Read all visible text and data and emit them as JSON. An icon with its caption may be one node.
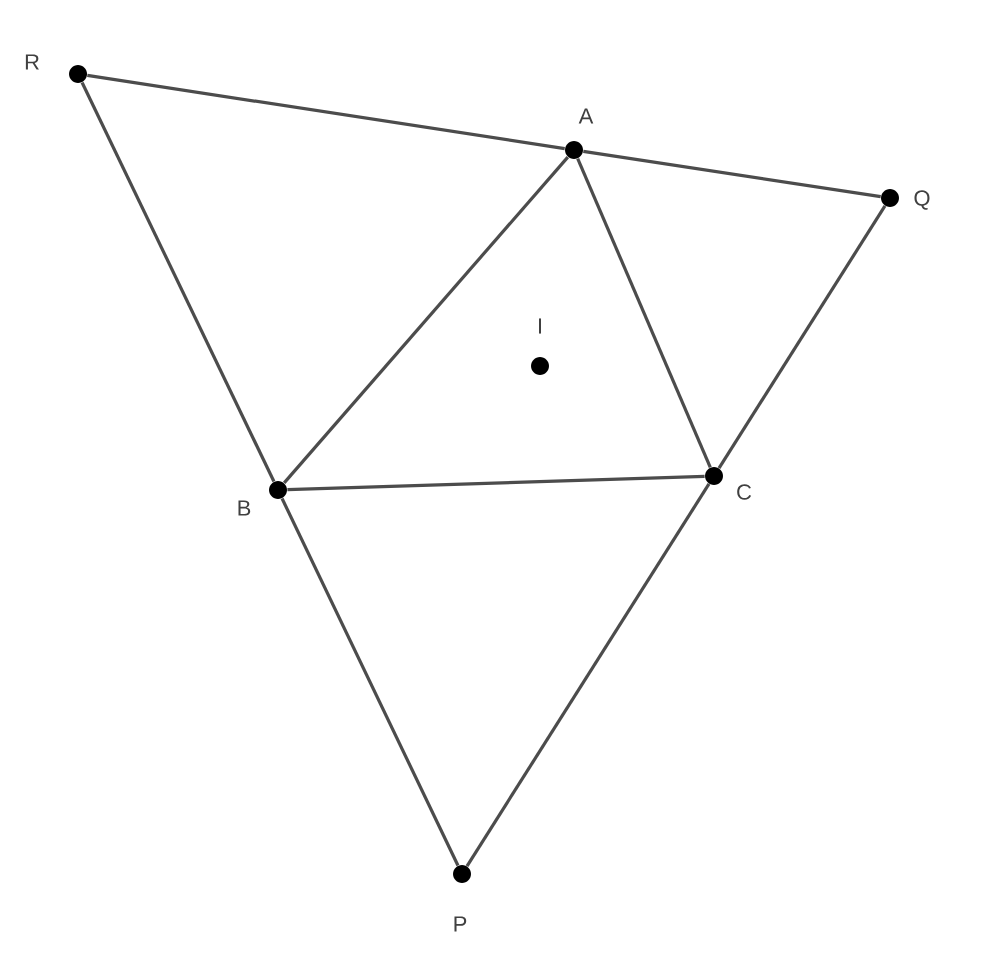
{
  "diagram": {
    "nodes": [
      {
        "text": [
          "R"
        ]
      },
      {
        "text": [
          "A"
        ]
      },
      {
        "text": [
          "Q"
        ]
      },
      {
        "text": [
          "I"
        ]
      },
      {
        "text": [
          "B"
        ]
      },
      {
        "text": [
          "C"
        ]
      },
      {
        "text": [
          "P"
        ]
      }
    ],
    "edges": [
      {
        "from": 0,
        "to": 1,
        "arrow": "none"
      },
      {
        "from": 1,
        "to": 2,
        "arrow": "none"
      },
      {
        "from": 0,
        "to": 4,
        "arrow": "none"
      },
      {
        "from": 1,
        "to": 4,
        "arrow": "none"
      },
      {
        "from": 1,
        "to": 5,
        "arrow": "none"
      },
      {
        "from": 4,
        "to": 5,
        "arrow": "none"
      },
      {
        "from": 2,
        "to": 5,
        "arrow": "none"
      },
      {
        "from": 4,
        "to": 6,
        "arrow": "none"
      },
      {
        "from": 5,
        "to": 6,
        "arrow": "none"
      }
    ]
  }
}
